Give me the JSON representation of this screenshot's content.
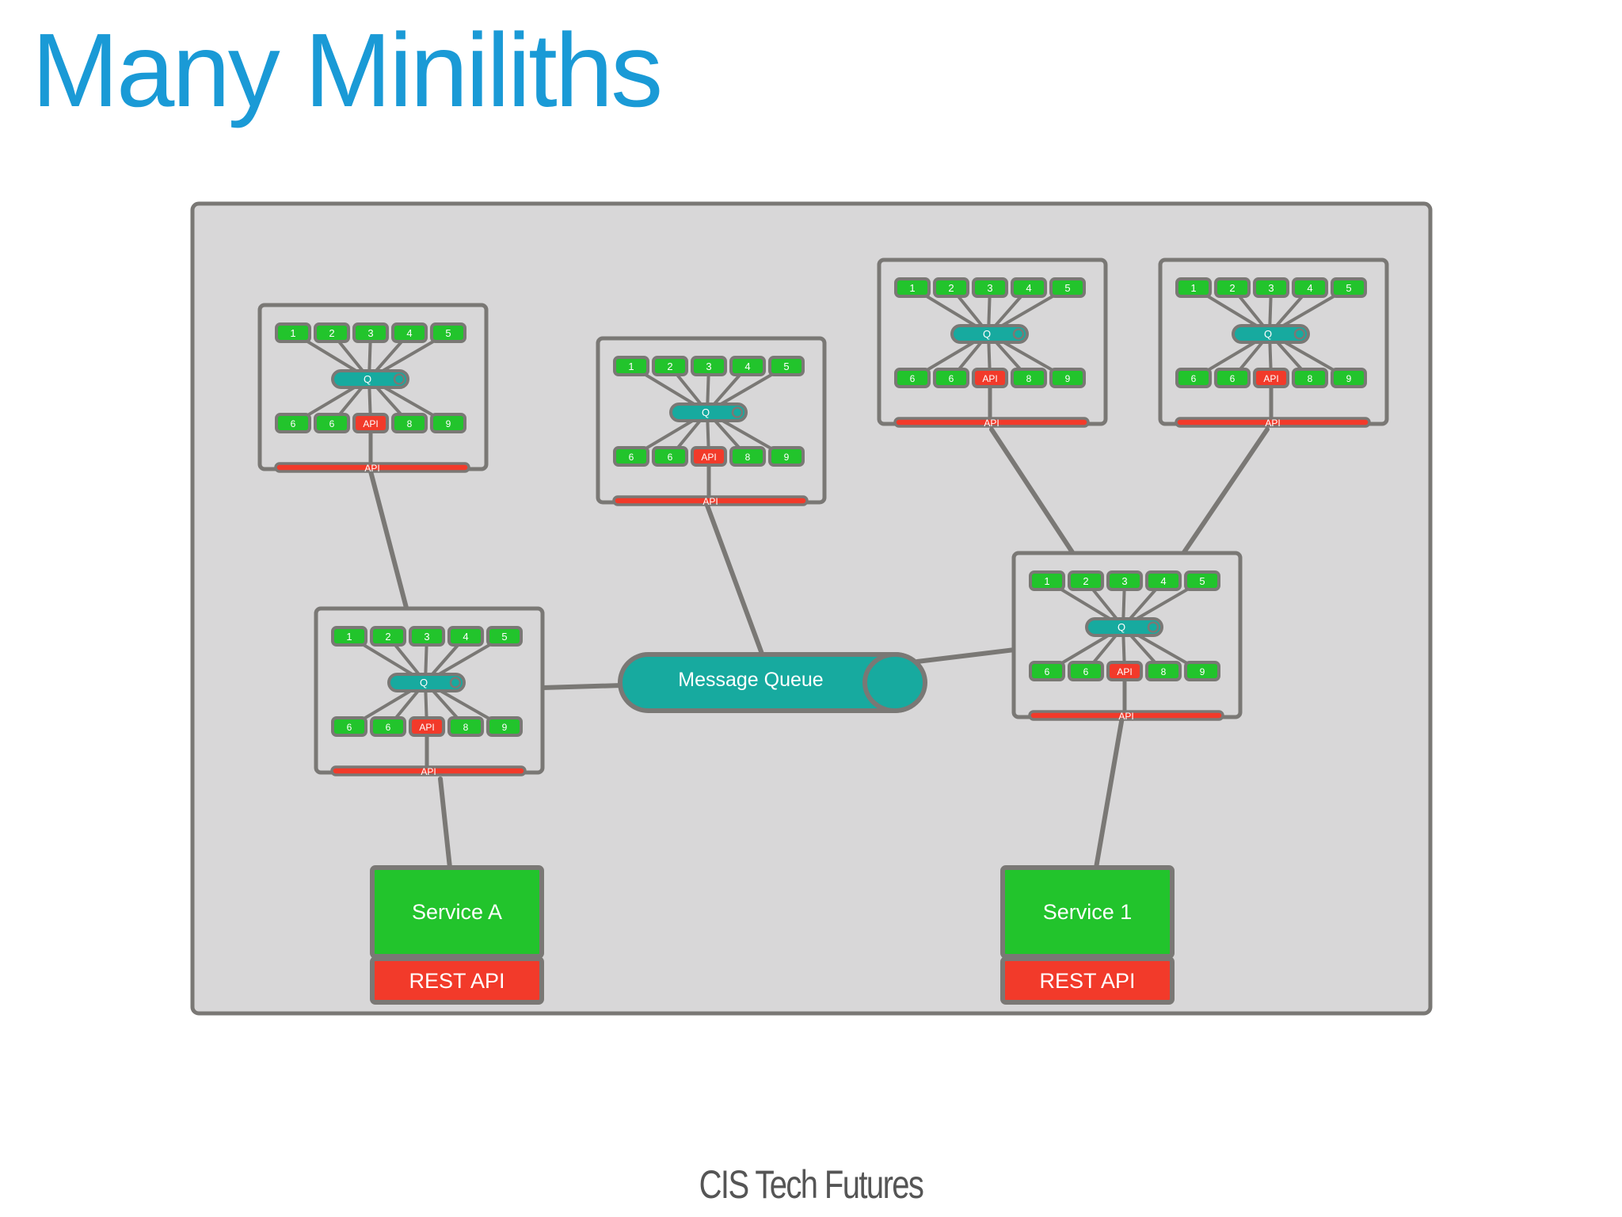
{
  "title": "Many Miniliths",
  "footer": "CIS Tech Futures",
  "colors": {
    "title": "#1a9ad6",
    "canvas": "#d8d7d8",
    "border": "#7a7875",
    "component": "#22c42c",
    "queue": "#17aa9f",
    "api": "#f23a2a",
    "text": "#ffffff"
  },
  "minilith": {
    "top_row": [
      "1",
      "2",
      "3",
      "4",
      "5"
    ],
    "bottom_row": [
      "6",
      "6",
      "API",
      "8",
      "9"
    ],
    "queue_label": "Q",
    "api_bar_label": "API"
  },
  "message_queue": {
    "label": "Message Queue"
  },
  "services": [
    {
      "name": "Service A",
      "api": "REST API"
    },
    {
      "name": "Service 1",
      "api": "REST API"
    }
  ]
}
